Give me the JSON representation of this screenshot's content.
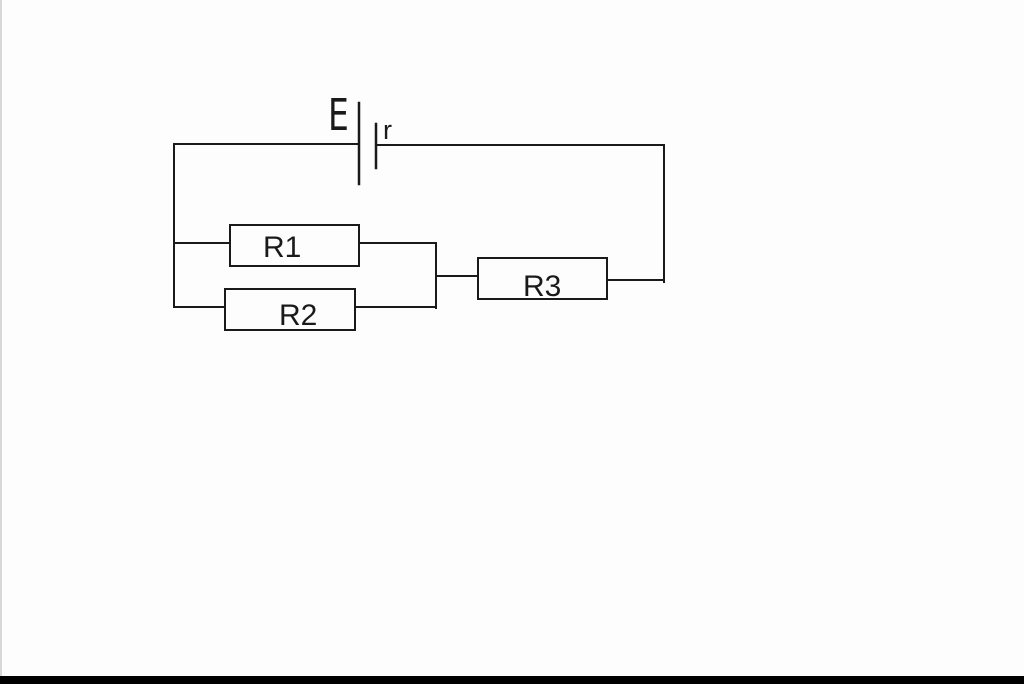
{
  "diagram": {
    "source": {
      "emf_label": "E",
      "internal_resistance_label": "r"
    },
    "resistors": [
      {
        "label": "R1"
      },
      {
        "label": "R2"
      },
      {
        "label": "R3"
      }
    ],
    "colors": {
      "wire": "#1a1a1a",
      "background": "#ffffff",
      "bottom_bar": "#000000"
    }
  }
}
